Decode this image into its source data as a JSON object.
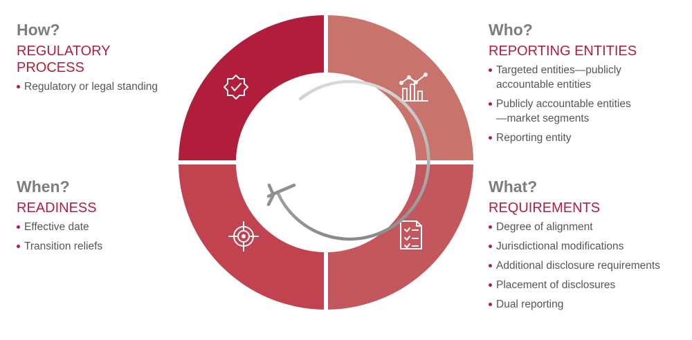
{
  "colors": {
    "accent": "#b01e3c",
    "q_top_left": "#b01e3c",
    "q_top_right": "#c8736c",
    "q_bottom_right": "#c2585e",
    "q_bottom_left": "#c1434f",
    "question_gray": "#7d7d7d"
  },
  "how": {
    "question": "How?",
    "heading_lines": [
      "REGULATORY",
      "PROCESS"
    ],
    "items": [
      [
        "Regulatory or legal standing"
      ]
    ]
  },
  "when": {
    "question": "When?",
    "heading_lines": [
      "READINESS"
    ],
    "items": [
      [
        "Effective date"
      ],
      [
        "Transition reliefs"
      ]
    ]
  },
  "who": {
    "question": "Who?",
    "heading_lines": [
      "REPORTING ENTITIES"
    ],
    "items": [
      [
        "Targeted entities—publicly",
        "accountable entities"
      ],
      [
        "Publicly accountable entities",
        "—market segments"
      ],
      [
        "Reporting entity"
      ]
    ]
  },
  "what": {
    "question": "What?",
    "heading_lines": [
      "REQUIREMENTS"
    ],
    "items": [
      [
        "Degree of alignment"
      ],
      [
        "Jurisdictional modifications"
      ],
      [
        "Additional disclosure requirements"
      ],
      [
        "Placement of disclosures"
      ],
      [
        "Dual reporting"
      ]
    ]
  },
  "icons": {
    "top_left": "badge-check-icon",
    "top_right": "chart-trend-icon",
    "bottom_right": "checklist-document-icon",
    "bottom_left": "target-crosshair-icon",
    "center": "cycle-arrow-icon"
  }
}
